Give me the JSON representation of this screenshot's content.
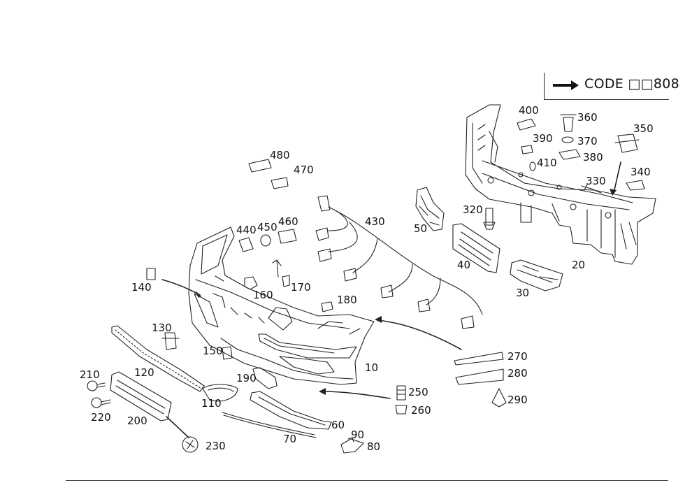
{
  "code_box": {
    "label": "CODE □□808",
    "arrow_icon": "right-arrow-icon"
  },
  "callouts": [
    "10",
    "20",
    "30",
    "40",
    "50",
    "60",
    "70",
    "80",
    "90",
    "110",
    "120",
    "130",
    "140",
    "150",
    "160",
    "170",
    "180",
    "190",
    "200",
    "210",
    "220",
    "230",
    "250",
    "260",
    "270",
    "280",
    "290",
    "320",
    "330",
    "340",
    "350",
    "360",
    "370",
    "380",
    "390",
    "400",
    "410",
    "430",
    "440",
    "450",
    "460",
    "470",
    "480"
  ],
  "colors": {
    "line": "#222222",
    "background": "#ffffff"
  }
}
